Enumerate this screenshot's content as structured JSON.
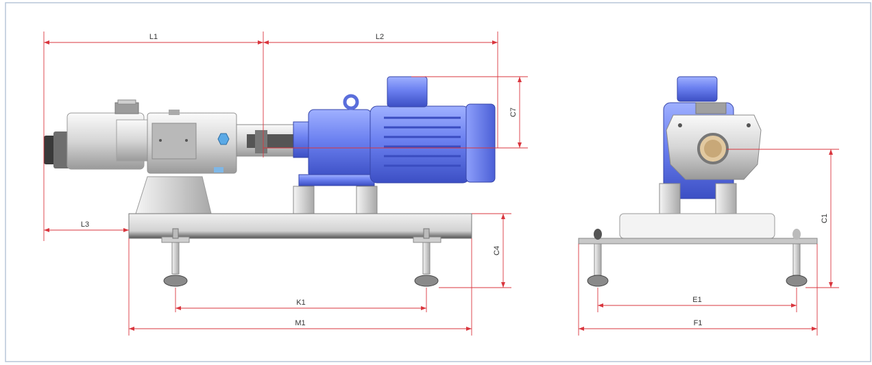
{
  "diagram": {
    "colors": {
      "dimension_line": "#d9363e",
      "label_text": "#333333",
      "motor_blue": "#6b80f0",
      "steel_light": "#e8e8e8",
      "steel_mid": "#bdbdbd",
      "steel_dark": "#8a8a8a",
      "frame_border": "#b7c6d9"
    },
    "dimension_labels": {
      "L1": "L1",
      "L2": "L2",
      "L3": "L3",
      "C7": "C7",
      "C4": "C4",
      "C1": "C1",
      "K1": "K1",
      "M1": "M1",
      "E1": "E1",
      "F1": "F1"
    }
  }
}
